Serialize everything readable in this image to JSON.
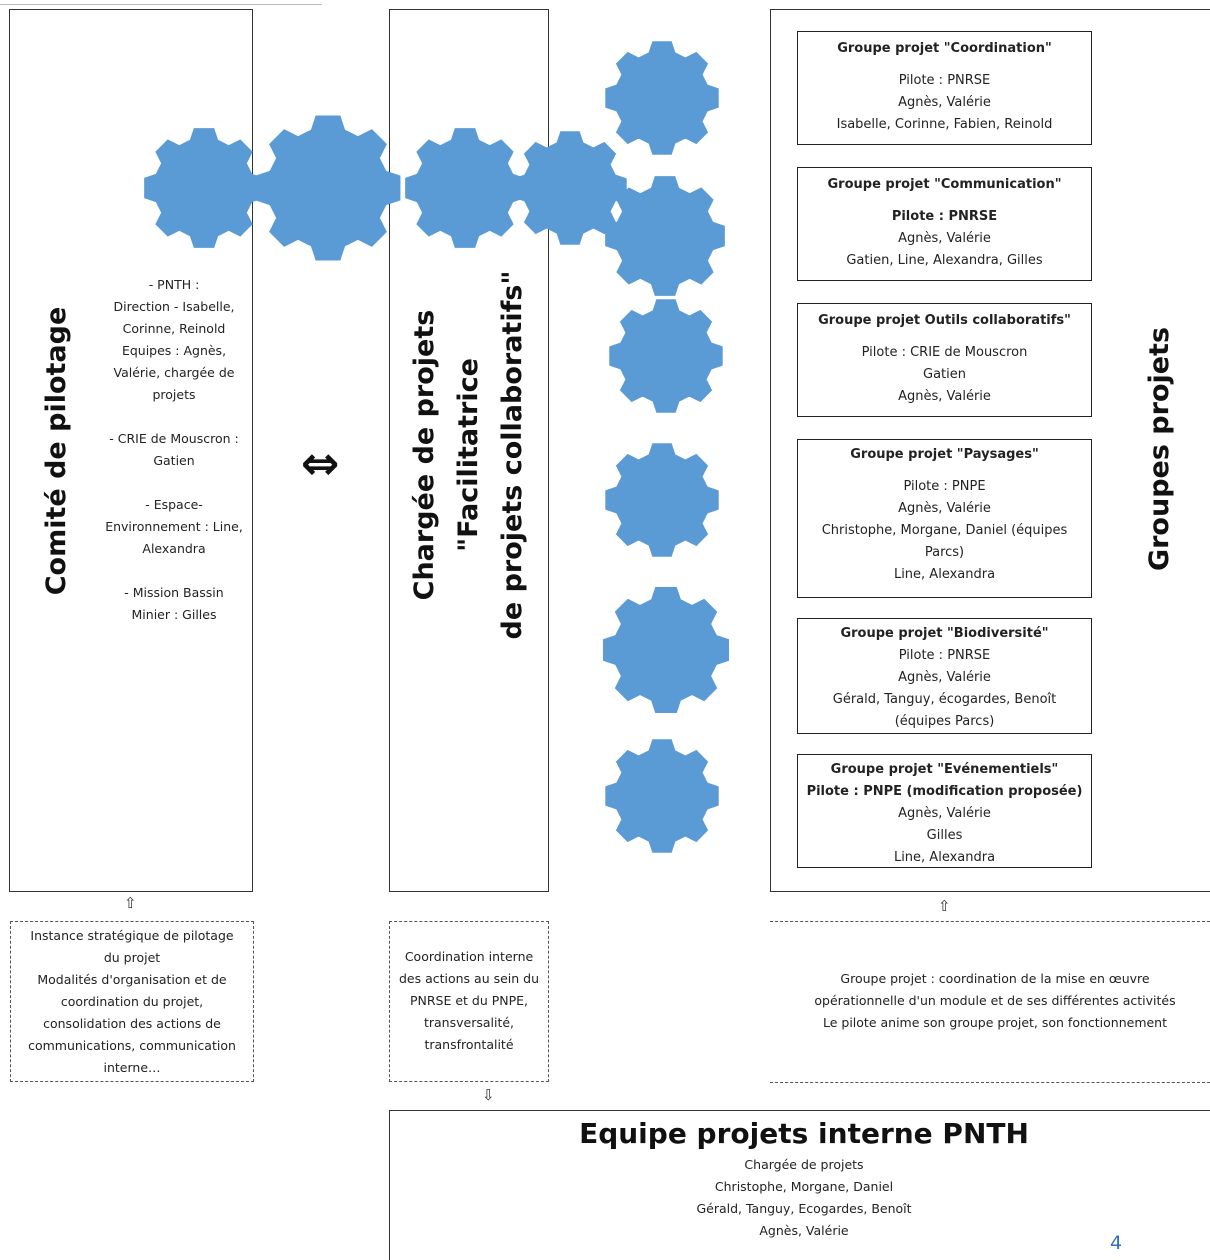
{
  "comite": {
    "title": "Comité de pilotage",
    "members": [
      "- PNTH :",
      "Direction - Isabelle,",
      "Corinne, Reinold",
      "Equipes : Agnès,",
      "Valérie, chargée de",
      "projets",
      "",
      "- CRIE de Mouscron :",
      "Gatien",
      "",
      "- Espace-",
      "Environnement : Line,",
      "Alexandra",
      "",
      "- Mission Bassin",
      "Minier : Gilles"
    ],
    "description": [
      "Instance stratégique de pilotage",
      "du projet",
      "Modalités d'organisation et de",
      "coordination du projet,",
      "consolidation des actions de",
      "communications, communication",
      "interne…"
    ]
  },
  "chargee": {
    "title_line1": "Chargée de projets",
    "title_line2": "\"Facilitatrice",
    "title_line3": "de projets collaboratifs\"",
    "description": [
      "Coordination interne",
      "des actions au sein du",
      "PNRSE et du PNPE,",
      "transversalité,",
      "transfrontalité"
    ]
  },
  "link_arrow": "⇔",
  "up_arrow": "⇧",
  "down_arrow": "⇩",
  "groupes": {
    "title": "Groupes projets",
    "items": [
      {
        "title": "Groupe projet \"Coordination\"",
        "lines": [
          "",
          "Pilote : PNRSE",
          "Agnès, Valérie",
          "Isabelle, Corinne, Fabien, Reinold"
        ],
        "bold": []
      },
      {
        "title": "Groupe projet \"Communication\"",
        "lines": [
          "",
          "Pilote : PNRSE",
          "Agnès, Valérie",
          "Gatien, Line, Alexandra, Gilles"
        ],
        "bold": [
          1
        ]
      },
      {
        "title": "Groupe projet Outils collaboratifs\"",
        "lines": [
          "",
          "Pilote : CRIE de Mouscron",
          "Gatien",
          "Agnès, Valérie"
        ],
        "bold": []
      },
      {
        "title": "Groupe projet \"Paysages\"",
        "lines": [
          "",
          "Pilote : PNPE",
          "Agnès, Valérie",
          "Christophe, Morgane, Daniel (équipes",
          "Parcs)",
          "Line, Alexandra"
        ],
        "bold": []
      },
      {
        "title": "Groupe projet \"Biodiversité\"",
        "lines": [
          "Pilote : PNRSE",
          "Agnès, Valérie",
          "Gérald, Tanguy, écogardes, Benoît",
          "(équipes Parcs)"
        ],
        "bold": []
      },
      {
        "title": "Groupe projet \"Evénementiels\"",
        "lines": [
          "Pilote : PNPE (modification proposée)",
          "Agnès, Valérie",
          "Gilles",
          "Line, Alexandra"
        ],
        "bold": [
          0
        ]
      }
    ],
    "description": [
      "Groupe projet : coordination de la mise en œuvre",
      "opérationnelle d'un module et de ses différentes activités",
      "Le pilote anime son groupe projet, son fonctionnement"
    ]
  },
  "equipe": {
    "title": "Equipe projets interne PNTH",
    "lines": [
      "Chargée de projets",
      "Christophe, Morgane, Daniel",
      "Gérald, Tanguy, Ecogardes, Benoît",
      "Agnès, Valérie"
    ]
  },
  "page_number": "4",
  "colors": {
    "gear": "#5b9bd5",
    "page_number": "#2e6fc0"
  }
}
